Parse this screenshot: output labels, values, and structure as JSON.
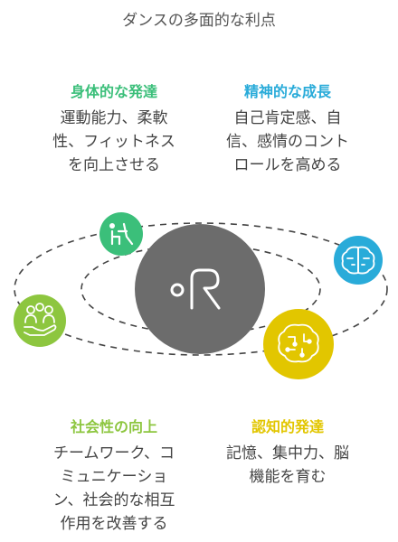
{
  "title": "ダンスの多面的な利点",
  "colors": {
    "physical": "#3bbf7a",
    "mental": "#29abd9",
    "social": "#8dc63f",
    "cognitive": "#e2c600",
    "center": "#6c6c6c",
    "orbit": "#444444"
  },
  "benefits": {
    "physical": {
      "heading": "身体的な発達",
      "lines": [
        "運動能力、柔軟",
        "性、フィットネス",
        "を向上させる"
      ],
      "icon": "stretching-person-icon"
    },
    "mental": {
      "heading": "精神的な成長",
      "lines": [
        "自己肯定感、自",
        "信、感情のコント",
        "ロールを高める"
      ],
      "icon": "brain-icon"
    },
    "social": {
      "heading": "社会性の向上",
      "lines": [
        "チームワーク、コ",
        "ミュニケーショ",
        "ン、社会的な相互",
        "作用を改善する"
      ],
      "icon": "community-hand-icon"
    },
    "cognitive": {
      "heading": "認知的発達",
      "lines": [
        "記憶、集中力、脳",
        "機能を育む"
      ],
      "icon": "circuit-brain-icon"
    }
  },
  "center_icon": "dancer-bending-icon"
}
